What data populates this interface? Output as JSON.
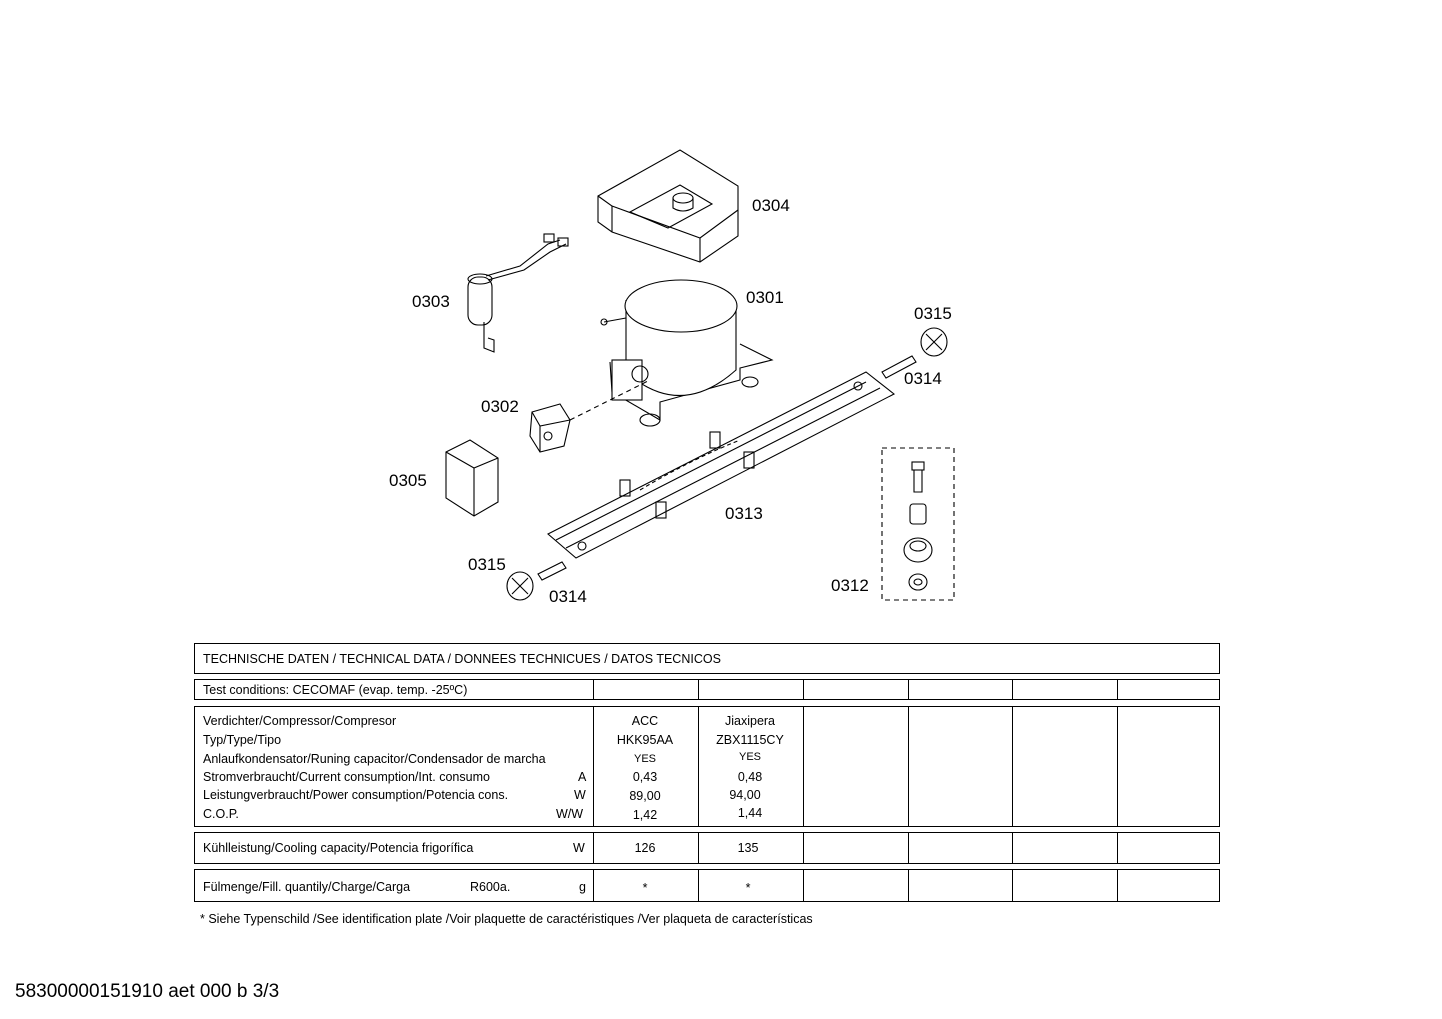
{
  "parts": [
    {
      "id": "p0304",
      "label": "0304"
    },
    {
      "id": "p0303",
      "label": "0303"
    },
    {
      "id": "p0301",
      "label": "0301"
    },
    {
      "id": "p0315a",
      "label": "0315"
    },
    {
      "id": "p0314a",
      "label": "0314"
    },
    {
      "id": "p0302",
      "label": "0302"
    },
    {
      "id": "p0305",
      "label": "0305"
    },
    {
      "id": "p0313",
      "label": "0313"
    },
    {
      "id": "p0315b",
      "label": "0315"
    },
    {
      "id": "p0314b",
      "label": "0314"
    },
    {
      "id": "p0312",
      "label": "0312"
    }
  ],
  "table": {
    "heading": "TECHNISCHE DATEN / TECHNICAL DATA / DONNEES TECHNICUES / DATOS TECNICOS",
    "test_conditions": "Test conditions:  CECOMAF (evap. temp. -25ºC)",
    "compressor_rows": [
      {
        "label": "Verdichter/Compressor/Compresor",
        "unit": "",
        "col1": "ACC",
        "col2": "Jiaxipera"
      },
      {
        "label": "Typ/Type/Tipo",
        "unit": "",
        "col1": "HKK95AA",
        "col2": "ZBX1115CY"
      },
      {
        "label": "Anlaufkondensator/Runing capacitor/Condensador de marcha",
        "unit": "",
        "col1": "YES",
        "col2": "YES"
      },
      {
        "label": "Stromverbraucht/Current consumption/Int. consumo",
        "unit": "A",
        "col1": "0,43",
        "col2": "0,48"
      },
      {
        "label": "Leistungverbraucht/Power consumption/Potencia cons.",
        "unit": "W",
        "col1": "89,00",
        "col2": "94,00"
      },
      {
        "label": "C.O.P.",
        "unit": "W/W",
        "col1": "1,42",
        "col2": "1,44"
      }
    ],
    "cooling": {
      "label": "Kühlleistung/Cooling capacity/Potencia frigorífica",
      "unit": "W",
      "col1": "126",
      "col2": "135"
    },
    "fill": {
      "label": "Fülmenge/Fill. quantily/Charge/Carga",
      "refrigerant": "R600a.",
      "unit": "g",
      "col1": "*",
      "col2": "*"
    }
  },
  "footnote": "* Siehe Typenschild /See identification plate /Voir plaquette de caractéristiques /Ver plaqueta de características",
  "doc_id": "58300000151910 aet 000 b 3/3"
}
